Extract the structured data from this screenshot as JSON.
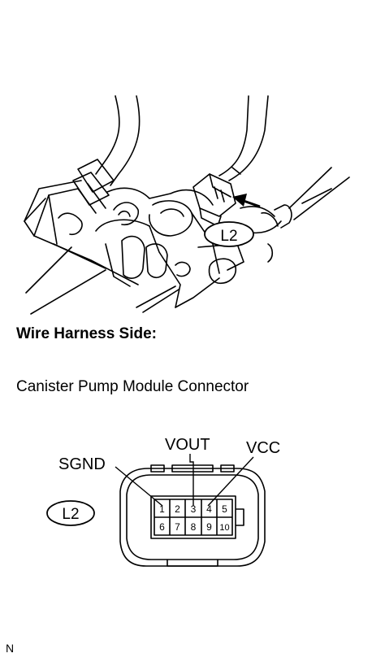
{
  "callout": "L2",
  "heading": "Wire Harness Side:",
  "caption": "Canister Pump Module Connector",
  "terminal_labels": {
    "sgnd": "SGND",
    "vout": "VOUT",
    "vcc": "VCC"
  },
  "connector_callout": "L2",
  "pins_top": [
    "1",
    "2",
    "3",
    "4",
    "5"
  ],
  "pins_bottom": [
    "6",
    "7",
    "8",
    "9",
    "10"
  ],
  "footer_code": "N"
}
